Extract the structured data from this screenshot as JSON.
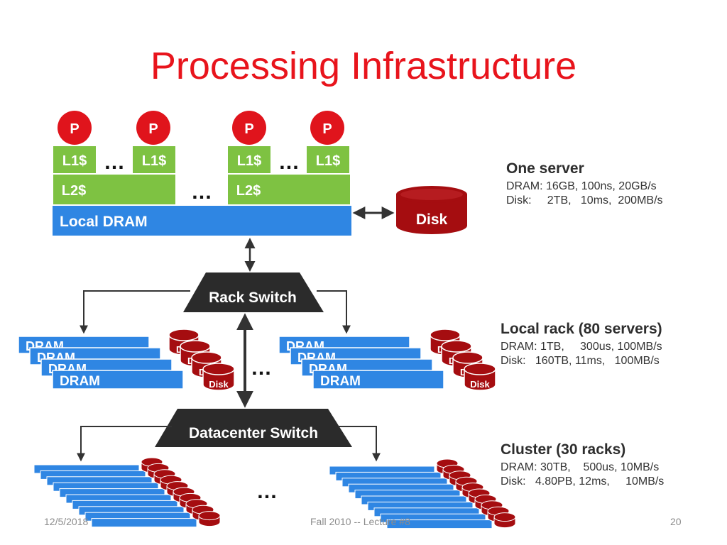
{
  "title": "Processing Infrastructure",
  "colors": {
    "title": "#e8141c",
    "cache_green": "#7ec242",
    "dram_blue": "#2f86e3",
    "disk_red": "#a50d10",
    "processor_red": "#e0141c",
    "switch_dark": "#2b2b2b"
  },
  "server": {
    "processor_label": "P",
    "l1_label": "L1$",
    "l2_label": "L2$",
    "dram_label": "Local DRAM",
    "disk_label": "Disk",
    "ellipsis": "…"
  },
  "switches": {
    "rack": "Rack Switch",
    "datacenter": "Datacenter Switch"
  },
  "rack": {
    "dram_label": "DRAM",
    "disk_label": "Disk",
    "partial_disk": "D"
  },
  "info": {
    "one_server": {
      "heading": "One server",
      "dram": "DRAM: 16GB, 100ns, 20GB/s",
      "disk": "Disk:     2TB,   10ms,  200MB/s"
    },
    "local_rack": {
      "heading": "Local rack (80 servers)",
      "dram": "DRAM: 1TB,     300us, 100MB/s",
      "disk": "Disk:   160TB, 11ms,   100MB/s"
    },
    "cluster": {
      "heading": "Cluster (30 racks)",
      "dram": "DRAM: 30TB,    500us, 10MB/s",
      "disk": "Disk:   4.80PB, 12ms,     10MB/s"
    }
  },
  "footer": {
    "date": "12/5/2018",
    "course": "Fall 2010 -- Lecture #8",
    "page": "20"
  }
}
